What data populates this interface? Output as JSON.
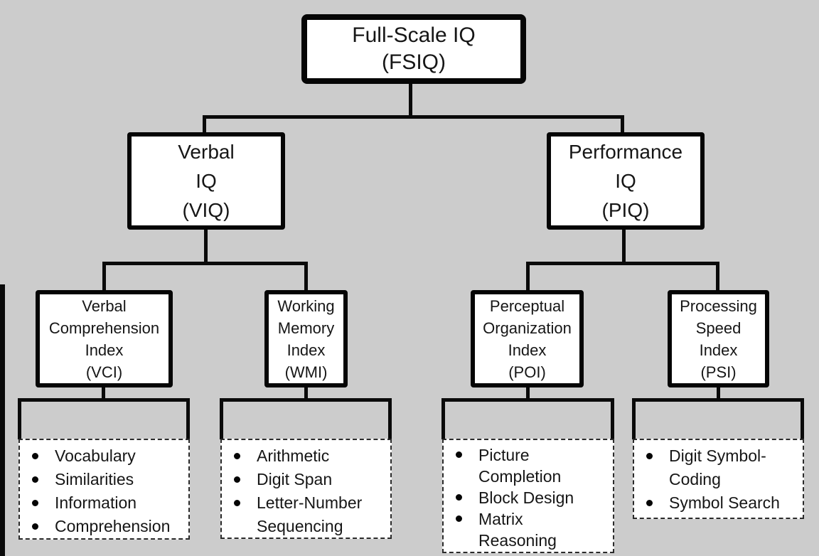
{
  "colors": {
    "background": "#cccccc",
    "line": "#0a0a0a",
    "box_fill": "#ffffff",
    "text": "#161616"
  },
  "nodes": {
    "fsiq": {
      "lines": [
        "Full-Scale IQ",
        "(FSIQ)"
      ]
    },
    "viq": {
      "lines": [
        "Verbal",
        "IQ",
        "(VIQ)"
      ]
    },
    "piq": {
      "lines": [
        "Performance",
        "IQ",
        "(PIQ)"
      ]
    },
    "vci": {
      "lines": [
        "Verbal",
        "Comprehension",
        "Index",
        "(VCI)"
      ]
    },
    "wmi": {
      "lines": [
        "Working",
        "Memory",
        "Index",
        "(WMI)"
      ]
    },
    "poi": {
      "lines": [
        "Perceptual",
        "Organization",
        "Index",
        "(POI)"
      ]
    },
    "psi": {
      "lines": [
        "Processing",
        "Speed",
        "Index",
        "(PSI)"
      ]
    }
  },
  "subtests": {
    "vci": [
      "Vocabulary",
      "Similarities",
      "Information",
      "Comprehension"
    ],
    "wmi": [
      "Arithmetic",
      "Digit Span",
      "Letter-Number Sequencing"
    ],
    "poi": [
      "Picture Completion",
      "Block Design",
      "Matrix Reasoning"
    ],
    "psi": [
      "Digit Symbol-Coding",
      "Symbol Search"
    ]
  }
}
